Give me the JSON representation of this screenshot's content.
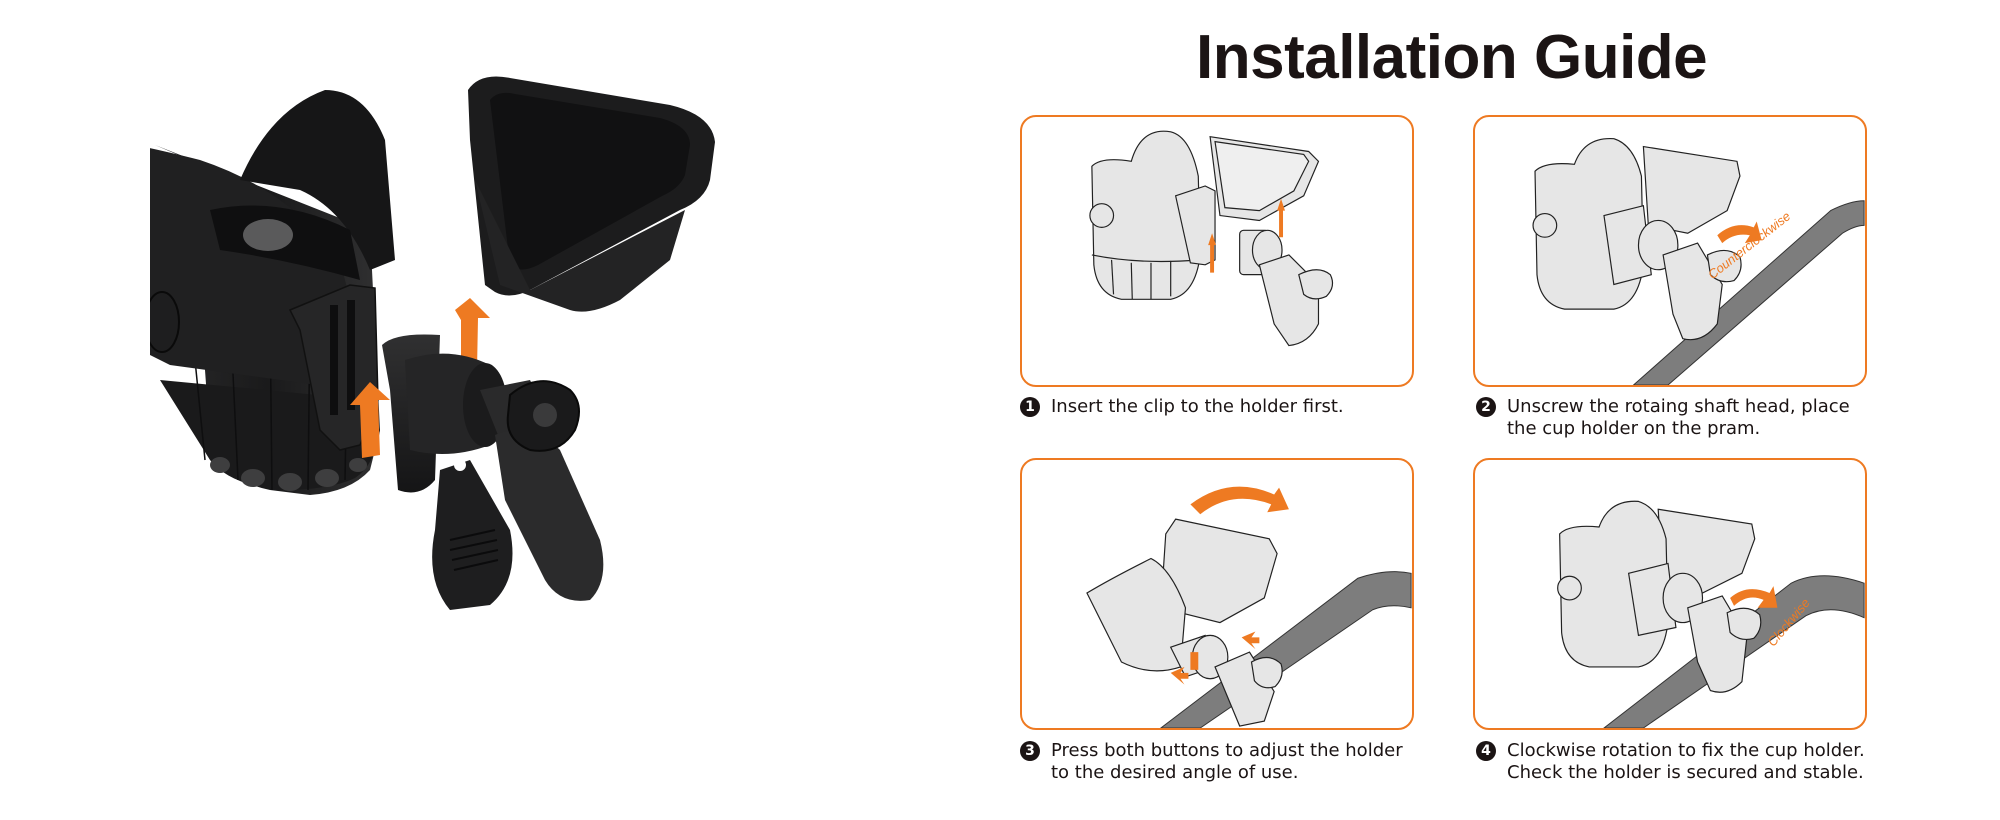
{
  "page": {
    "title": "Installation Guide"
  },
  "colors": {
    "accent_orange": "#ee7a22",
    "text_dark": "#1b1414",
    "product_black": "#1e1e1f",
    "diagram_fill": "#e6e6e6",
    "pram_bar_gray": "#7d7d7d"
  },
  "product_photo": {
    "subject": "stroller cup holder with snack tray and clamp",
    "arrows": [
      "up-arrow",
      "up-arrow"
    ]
  },
  "steps": [
    {
      "number": "1",
      "caption_line1": "Insert the clip to the holder first.",
      "caption_line2": "",
      "annotation": ""
    },
    {
      "number": "2",
      "caption_line1": "Unscrew the rotaing shaft head, place",
      "caption_line2": "the cup holder on the pram.",
      "annotation": "Counterclockwise"
    },
    {
      "number": "3",
      "caption_line1": "Press both buttons to adjust the holder",
      "caption_line2": "to the desired angle of use.",
      "annotation": ""
    },
    {
      "number": "4",
      "caption_line1": "Clockwise rotation to fix the cup holder.",
      "caption_line2": "Check the holder is secured and stable.",
      "annotation": "Clockwise"
    }
  ]
}
